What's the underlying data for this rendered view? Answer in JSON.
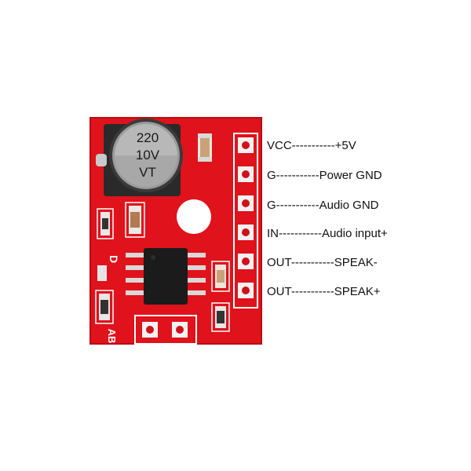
{
  "board": {
    "capacitor_marking": [
      "220",
      "10V",
      "VT"
    ],
    "silkscreen": [
      "D",
      "AB"
    ],
    "colors": {
      "pcb": "#e0121b",
      "pcb_dark": "#b80d12",
      "pad": "#f2f2f2",
      "ic": "#1b1b1b",
      "capacitor": "#3a3a3a"
    }
  },
  "pins": [
    {
      "label": "VCC-----------+5V"
    },
    {
      "label": "G-----------Power GND"
    },
    {
      "label": "G-----------Audio GND"
    },
    {
      "label": "IN-----------Audio input+"
    },
    {
      "label": "OUT-----------SPEAK-"
    },
    {
      "label": "OUT-----------SPEAK+"
    }
  ]
}
